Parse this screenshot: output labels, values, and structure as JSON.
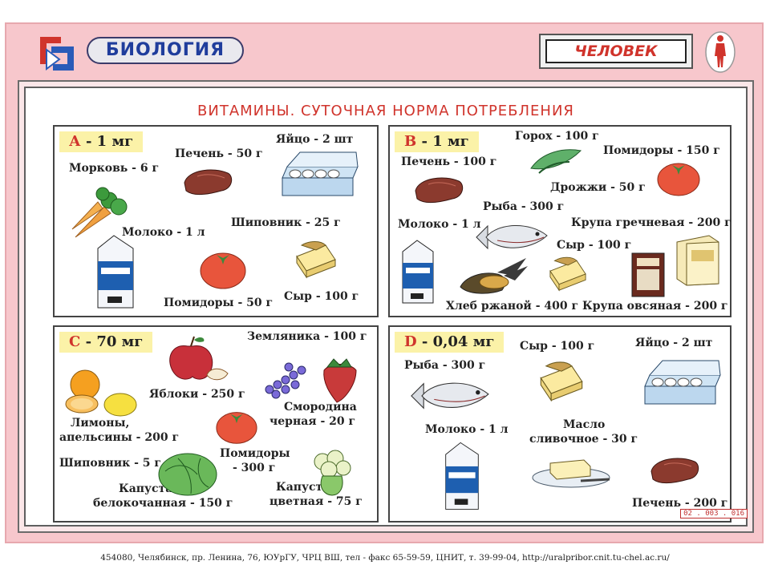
{
  "header": {
    "subject": "БИОЛОГИЯ",
    "section": "ЧЕЛОВЕК"
  },
  "title": "ВИТАМИНЫ. СУТОЧНАЯ НОРМА ПОТРЕБЛЕНИЯ",
  "panels": {
    "a": {
      "letter": "А",
      "dose": " - 1 мг",
      "items": [
        "Морковь - 6 г",
        "Печень - 50 г",
        "Яйцо - 2 шт",
        "Молоко - 1 л",
        "Шиповник - 25 г",
        "Помидоры - 50 г",
        "Сыр - 100 г"
      ]
    },
    "b": {
      "letter": "В",
      "dose": " - 1 мг",
      "items": [
        "Горох - 100 г",
        "Помидоры - 150 г",
        "Печень - 100 г",
        "Дрожжи - 50 г",
        "Рыба - 300 г",
        "Крупа гречневая - 200 г",
        "Молоко - 1 л",
        "Сыр - 100 г",
        "Хлеб ржаной - 400 г",
        "Крупа овсяная - 200 г"
      ]
    },
    "c": {
      "letter": "С",
      "dose": " - 70 мг",
      "items": [
        "Земляника - 100 г",
        "Яблоки - 250 г",
        "Смородина",
        "черная - 20 г",
        "Лимоны,",
        "апельсины - 200 г",
        "Шиповник - 5 г",
        "Помидоры",
        "- 300 г",
        "Капуста",
        "белокочанная - 150 г",
        "Капуста",
        "цветная - 75 г"
      ]
    },
    "d": {
      "letter": "D",
      "dose": " - 0,04 мг",
      "items": [
        "Рыба - 300 г",
        "Сыр - 100 г",
        "Яйцо - 2 шт",
        "Молоко - 1 л",
        "Масло",
        "сливочное - 30 г",
        "Печень - 200 г"
      ]
    }
  },
  "code": "02 . 003 . 016",
  "footer": "454080, Челябинск, пр. Ленина, 76, ЮУрГУ, ЧРЦ ВШ, тел - факс 65-59-59, ЦНИТ, т. 39-99-04, http://uralpribor.cnit.tu-chel.ac.ru/",
  "colors": {
    "accent_red": "#d0342c",
    "frame_pink": "#f7c7cc",
    "label_yellow": "#fbf2a8",
    "subject_blue": "#1f3d9c"
  },
  "icons": [
    "logo-icon",
    "human-figure-icon",
    "carrot-icon",
    "liver-icon",
    "egg-carton-icon",
    "milk-carton-icon",
    "tomato-icon",
    "cheese-icon",
    "pea-pod-icon",
    "fish-icon",
    "bread-icon",
    "grain-box-icon",
    "oat-box-icon",
    "apple-icon",
    "orange-icon",
    "lemon-icon",
    "currant-icon",
    "strawberry-icon",
    "cabbage-icon",
    "cauliflower-icon",
    "butter-icon"
  ]
}
